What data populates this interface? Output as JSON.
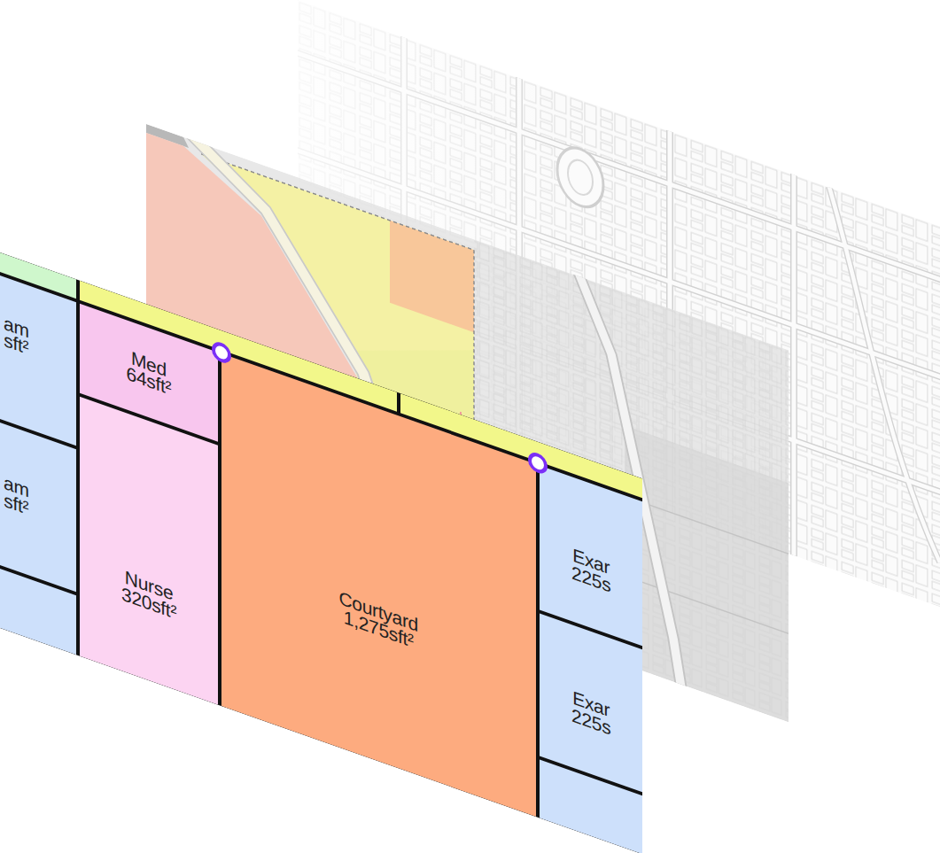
{
  "diagram": {
    "nodes": [
      {
        "text": [
          "am sft²"
        ]
      },
      {
        "text": [
          "am sft²"
        ]
      },
      {
        "text": [
          "Med 64sft²"
        ]
      },
      {
        "text": [
          "Nurse 320sft²"
        ]
      },
      {
        "text": [
          "Courtyard 1,275sft²"
        ]
      },
      {
        "text": [
          "Exar 225s"
        ]
      },
      {
        "text": [
          "Exar 225s"
        ]
      }
    ]
  }
}
